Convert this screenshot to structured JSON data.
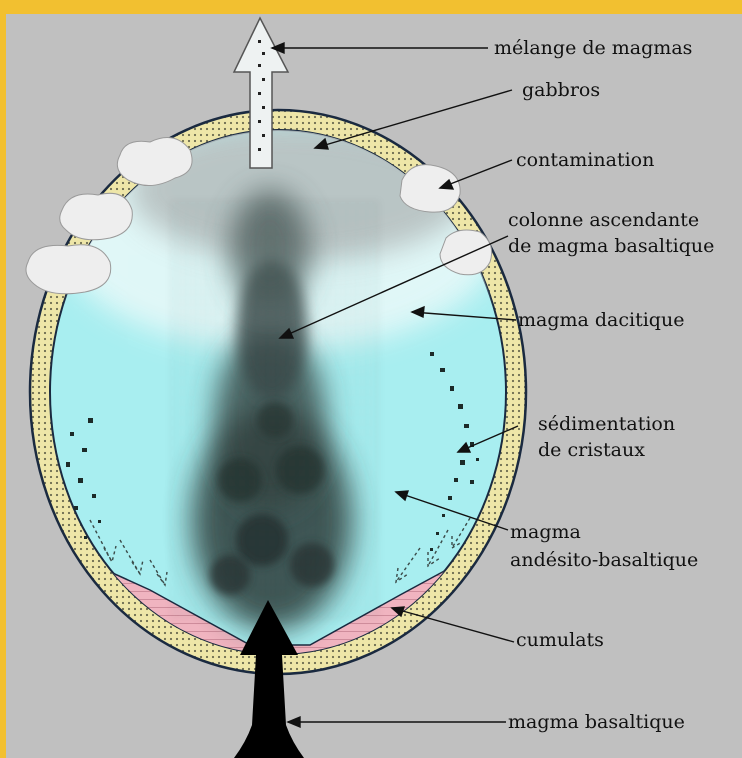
{
  "diagram": {
    "labels": {
      "melange": "mélange de magmas",
      "gabbros": "gabbros",
      "contamination": "contamination",
      "colonne_l1": "colonne ascendante",
      "colonne_l2": "de magma basaltique",
      "dacitique": "magma dacitique",
      "sedimentation_l1": "sédimentation",
      "sedimentation_l2": "de cristaux",
      "andesito_l1": "magma",
      "andesito_l2": "andésito-basaltique",
      "cumulats": "cumulats",
      "basaltique": "magma basaltique"
    },
    "colors": {
      "border": "#f2c030",
      "background": "#c0c0c0",
      "magma_chamber": "#a8eef0",
      "gabbro_rim": "#eee6a8",
      "cumulates": "#f0b4c0",
      "contamination_blobs": "#eeeeee",
      "plume": "#3a4a48"
    }
  }
}
